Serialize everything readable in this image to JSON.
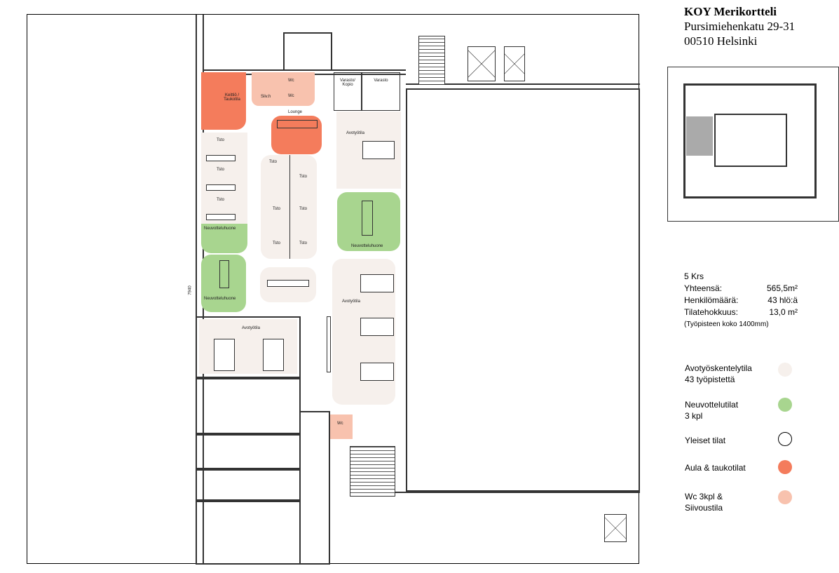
{
  "header": {
    "company": "KOY Merikortteli",
    "street": "Pursimiehenkatu 29-31",
    "city": "00510 Helsinki"
  },
  "stats": {
    "floor": "5 Krs",
    "total_label": "Yhteensä:",
    "total_value": "565,5m²",
    "persons_label": "Henkilömäärä:",
    "persons_value": "43 hlö:ä",
    "efficiency_label": "Tilatehokkuus:",
    "efficiency_value": "13,0 m²",
    "note": "(Työpisteen koko 1400mm)"
  },
  "legend": [
    {
      "line1": "Avotyöskentelytila",
      "line2": "43 työpistettä",
      "color": "#f6f0ec"
    },
    {
      "line1": "Neuvottelutilat",
      "line2": "3 kpl",
      "color": "#a8d58f"
    },
    {
      "line1": "Yleiset tilat",
      "line2": "",
      "color": "#ffffff"
    },
    {
      "line1": "Aula & taukotilat",
      "line2": "",
      "color": "#f47c5c"
    },
    {
      "line1": "Wc 3kpl &",
      "line2": "Siivoustila",
      "color": "#f8c2ae"
    }
  ],
  "rooms": {
    "kitchen": "Keittiö / Taukotila",
    "cleaning": "Siiv.h",
    "wc": "Wc",
    "storage_copy": "Varasto/ Kopio",
    "storage": "Varasto",
    "lounge": "Lounge",
    "open_office": "Avotyötila",
    "office": "Tsto",
    "meeting": "Neuvotteluhuone",
    "dimension": "7940"
  }
}
